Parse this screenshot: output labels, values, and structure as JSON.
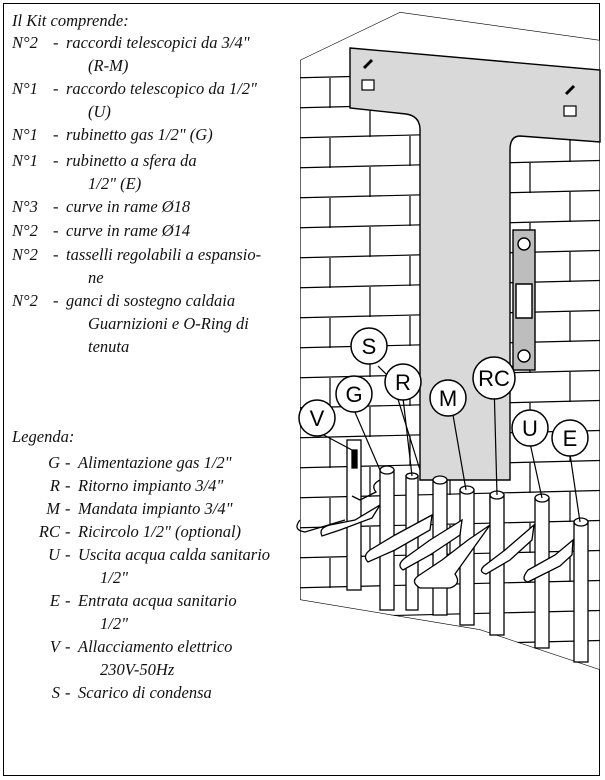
{
  "kit": {
    "title": "Il Kit comprende:",
    "items": [
      {
        "qty": "N°2",
        "desc": "raccordi telescopici da 3/4\"",
        "cont": "(R-M)"
      },
      {
        "qty": "N°1",
        "desc": "raccordo telescopico da 1/2\"",
        "cont": "(U)"
      },
      {
        "qty": "N°1",
        "desc": "rubinetto gas 1/2\" (G)",
        "cont": ""
      },
      {
        "qty": "N°1",
        "desc": "rubinetto a sfera da",
        "cont": "1/2\" (E)"
      },
      {
        "qty": "N°3",
        "desc": "curve in rame Ø18",
        "cont": ""
      },
      {
        "qty": "N°2",
        "desc": "curve in rame Ø14",
        "cont": ""
      },
      {
        "qty": "N°2",
        "desc": "tasselli regolabili a espansio-",
        "cont": "ne"
      },
      {
        "qty": "N°2",
        "desc": "ganci di sostegno caldaia",
        "cont": "Guarnizioni e O-Ring di"
      },
      {
        "qty": "",
        "desc": "",
        "cont": "tenuta"
      }
    ]
  },
  "legend": {
    "title": "Legenda:",
    "items": [
      {
        "code": "G",
        "desc": "Alimentazione gas 1/2\"",
        "cont": ""
      },
      {
        "code": "R",
        "desc": "Ritorno impianto 3/4\"",
        "cont": ""
      },
      {
        "code": "M",
        "desc": "Mandata impianto 3/4\"",
        "cont": ""
      },
      {
        "code": "RC",
        "desc": "Ricircolo 1/2\" (optional)",
        "cont": ""
      },
      {
        "code": "U",
        "desc": "Uscita acqua calda sanitario",
        "cont": "1/2\""
      },
      {
        "code": "E",
        "desc": "Entrata acqua sanitario",
        "cont": "1/2\""
      },
      {
        "code": "V",
        "desc": "Allacciamento elettrico",
        "cont": "230V-50Hz"
      },
      {
        "code": "S",
        "desc": "Scarico di condensa",
        "cont": ""
      }
    ]
  },
  "callouts": {
    "S": "S",
    "G": "G",
    "R": "R",
    "M": "M",
    "RC": "RC",
    "V": "V",
    "U": "U",
    "E": "E"
  }
}
